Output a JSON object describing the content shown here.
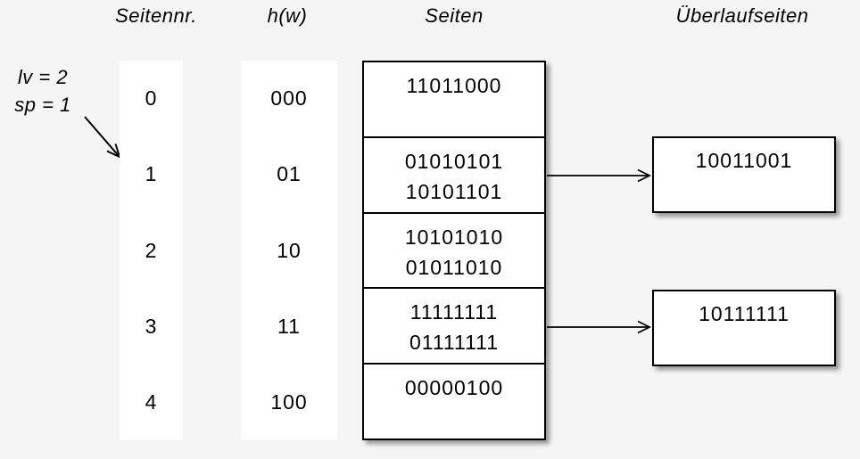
{
  "colors": {
    "background": "#f5f5f6",
    "panel": "#ffffff",
    "line": "#000000"
  },
  "headers": {
    "page_number": "Seitennr.",
    "hash": "h(w)",
    "pages": "Seiten",
    "overflow_pages": "Überlaufseiten"
  },
  "annotation": {
    "level": "lv = 2",
    "split_pointer": "sp = 1"
  },
  "buckets": [
    {
      "nr": "0",
      "hw": "000",
      "entries": [
        "11011000"
      ],
      "overflow": ""
    },
    {
      "nr": "1",
      "hw": "01",
      "entries": [
        "01010101",
        "10101101"
      ],
      "overflow": "10011001"
    },
    {
      "nr": "2",
      "hw": "10",
      "entries": [
        "10101010",
        "01011010"
      ],
      "overflow": ""
    },
    {
      "nr": "3",
      "hw": "11",
      "entries": [
        "11111111",
        "01111111"
      ],
      "overflow": "10111111"
    },
    {
      "nr": "4",
      "hw": "100",
      "entries": [
        "00000100"
      ],
      "overflow": ""
    }
  ]
}
